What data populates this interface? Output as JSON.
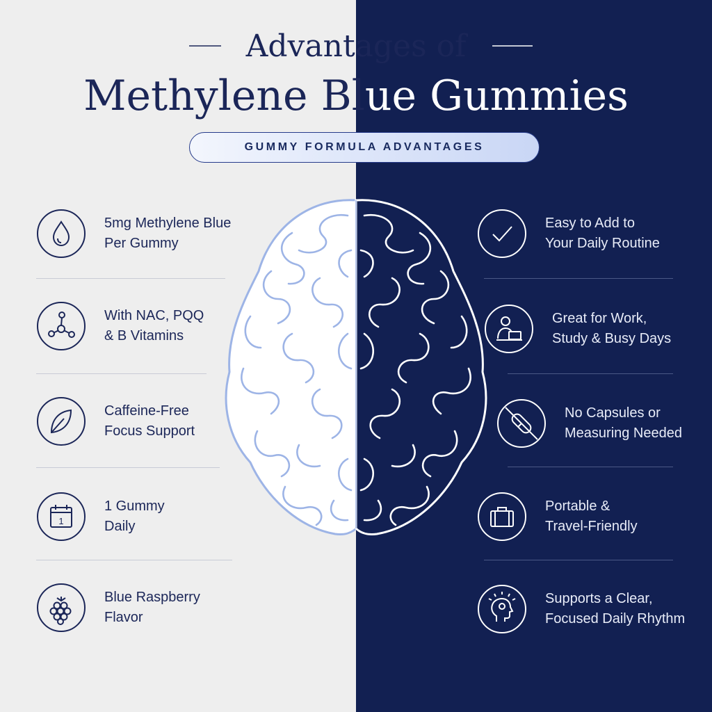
{
  "title": {
    "line1": "Advantages of",
    "line2_left": "Methylene Bl",
    "line2_right": "ue Gummies"
  },
  "subtitle": "GUMMY FORMULA ADVANTAGES",
  "colors": {
    "left_bg": "#eeeeee",
    "right_bg": "#122052",
    "navy": "#1b2658",
    "light_blue": "#9db4e6",
    "white": "#ffffff"
  },
  "left_items": [
    {
      "icon": "water-drop-icon",
      "line1": "5mg Methylene Blue",
      "line2": "Per Gummy"
    },
    {
      "icon": "molecule-icon",
      "line1": "With NAC, PQQ",
      "line2": "& B Vitamins"
    },
    {
      "icon": "leaf-icon",
      "line1": "Caffeine-Free",
      "line2": "Focus Support"
    },
    {
      "icon": "calendar-icon",
      "line1": "1 Gummy",
      "line2": "Daily",
      "icon_text": "1"
    },
    {
      "icon": "raspberry-icon",
      "line1": "Blue Raspberry",
      "line2": "Flavor"
    }
  ],
  "right_items": [
    {
      "icon": "checkmark-icon",
      "line1": "Easy to Add to",
      "line2": "Your Daily Routine"
    },
    {
      "icon": "person-laptop-icon",
      "line1": "Great for Work,",
      "line2": "Study & Busy Days"
    },
    {
      "icon": "no-capsule-icon",
      "line1": "No Capsules or",
      "line2": "Measuring Needed"
    },
    {
      "icon": "suitcase-icon",
      "line1": "Portable &",
      "line2": "Travel-Friendly"
    },
    {
      "icon": "head-focus-icon",
      "line1": "Supports a Clear,",
      "line2": "Focused Daily Rhythm"
    }
  ]
}
